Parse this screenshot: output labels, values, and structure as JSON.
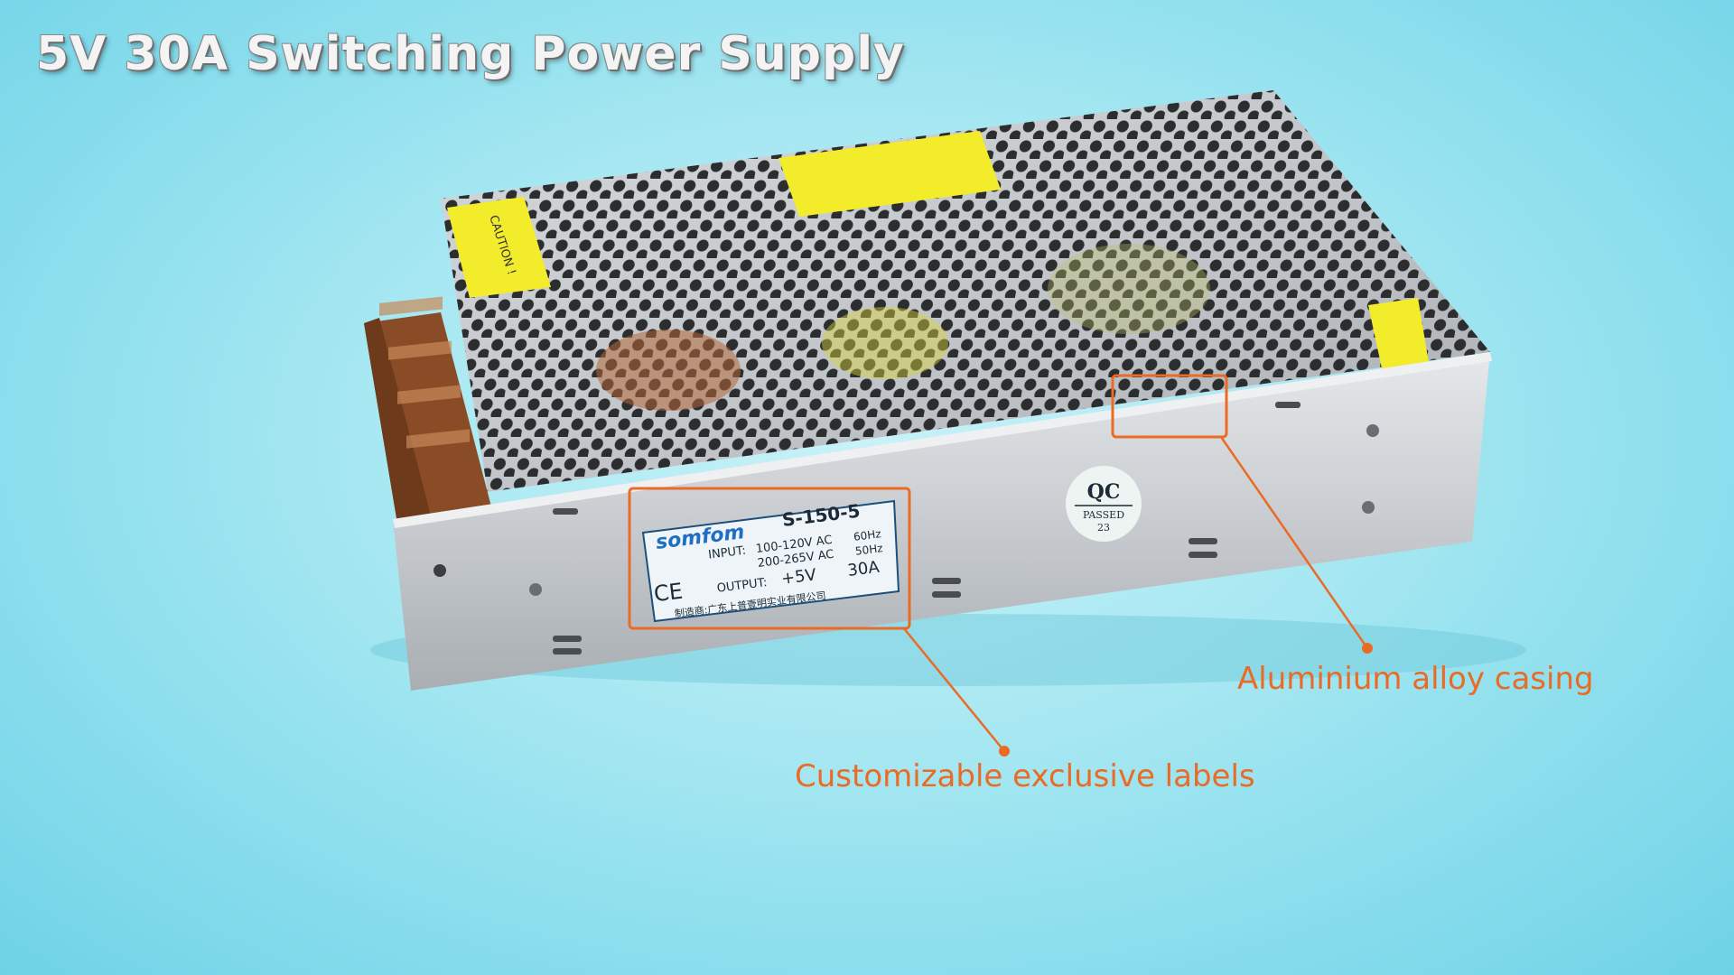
{
  "title": "5V 30A Switching Power Supply",
  "callouts": {
    "labels": "Customizable exclusive labels",
    "casing": "Aluminium alloy casing"
  },
  "product_label": {
    "brand": "somfom",
    "model": "S-150-5",
    "input_label": "INPUT:",
    "input_range_1": "100-120V AC",
    "freq_1": "60Hz",
    "input_range_2": "200-265V AC",
    "freq_2": "50Hz",
    "output_label": "OUTPUT:",
    "output_voltage": "+5V",
    "output_current": "30A",
    "manufacturer": "制造商:广东上普壹明实业有限公司",
    "ce_mark": "CE"
  },
  "qc_sticker": {
    "title": "QC",
    "passed": "PASSED",
    "number": "23"
  },
  "stickers": {
    "caution": "CAUTION !"
  },
  "colors": {
    "accent": "#ea6b25",
    "background": "#a8e8f2",
    "casing": "#c9ccd0",
    "sticker_yellow": "#f2ec2a",
    "label_blue": "#1e6fc4"
  }
}
